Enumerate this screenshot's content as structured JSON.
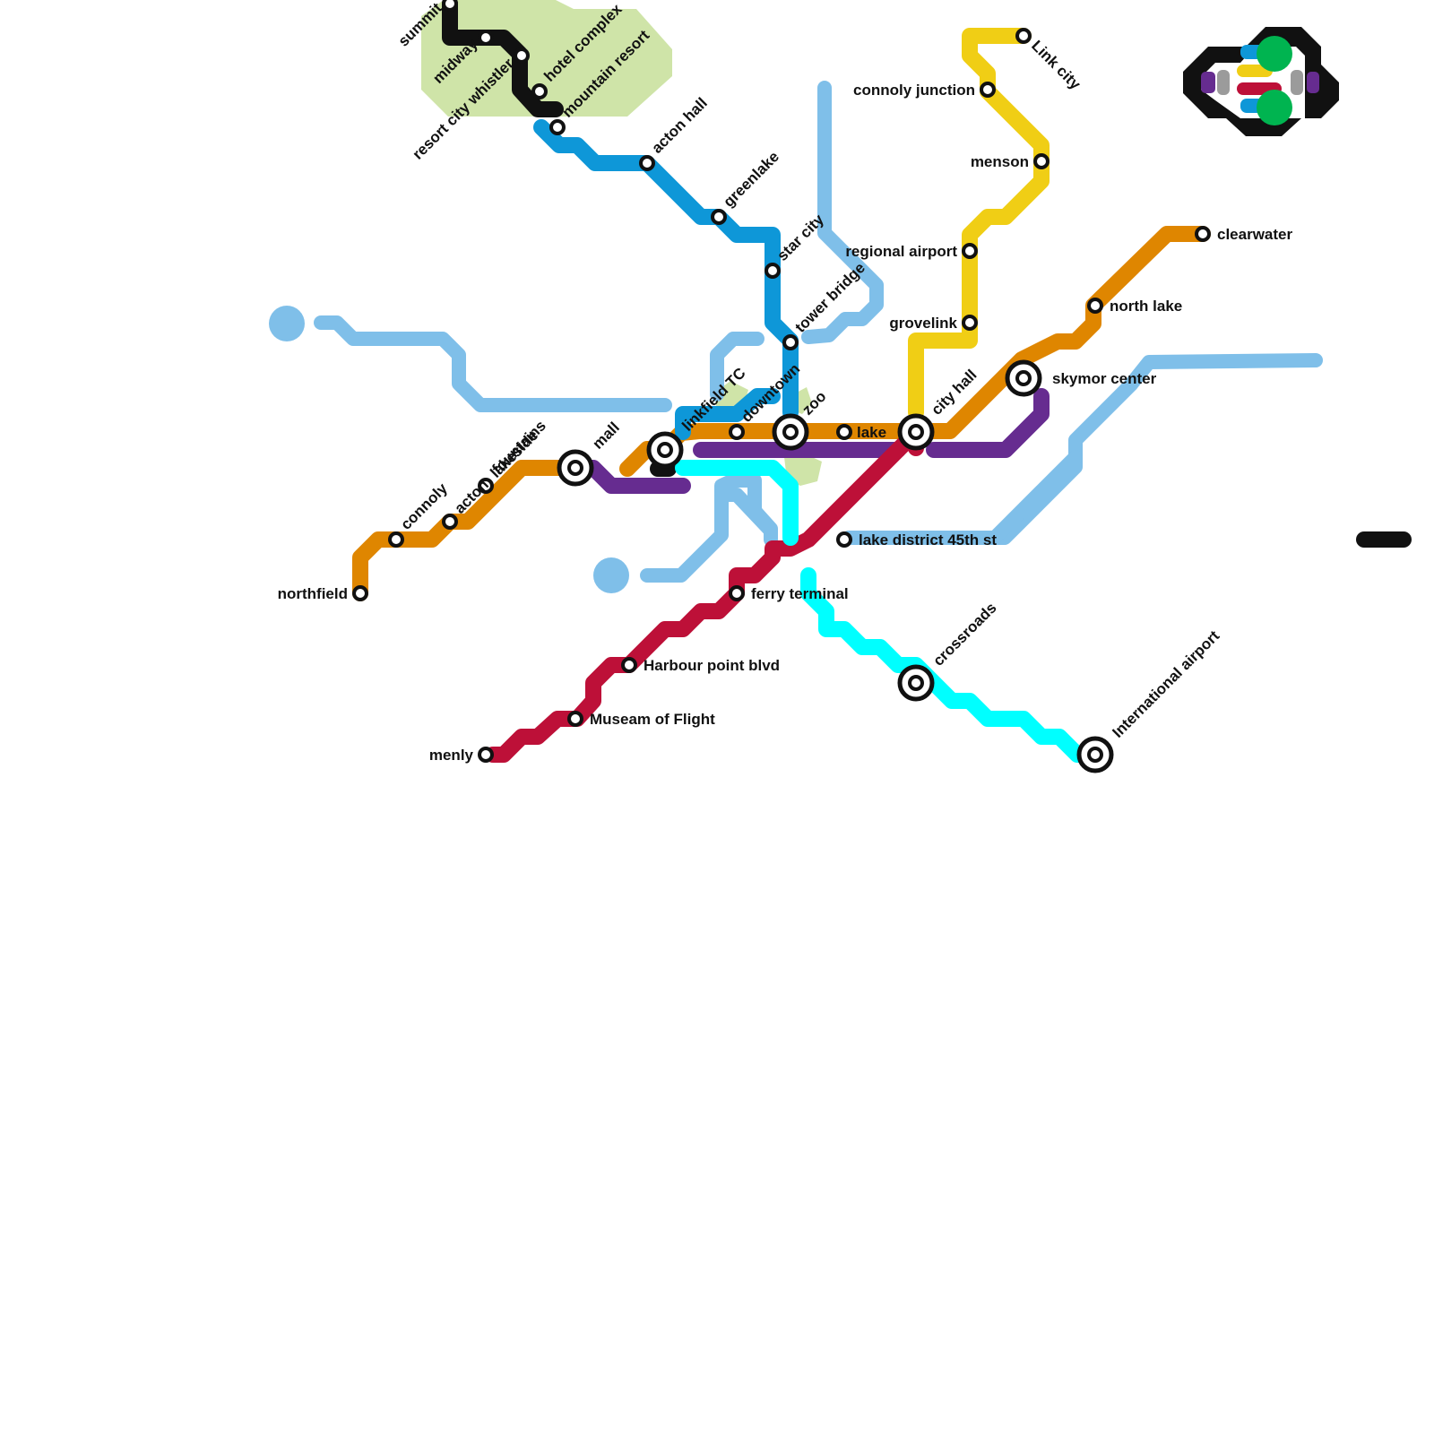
{
  "map": {
    "lines": [
      {
        "id": "black-line",
        "color": "#111111"
      },
      {
        "id": "blue-line",
        "color": "#0e97d8"
      },
      {
        "id": "lightblue-line",
        "color": "#7fbfe9"
      },
      {
        "id": "orange-line",
        "color": "#df8600"
      },
      {
        "id": "purple-line",
        "color": "#662c90"
      },
      {
        "id": "red-line",
        "color": "#bd1038"
      },
      {
        "id": "cyan-line",
        "color": "#00ffff"
      },
      {
        "id": "yellow-line",
        "color": "#f0ce15"
      }
    ],
    "park_color": "#cfe4a8",
    "stations": {
      "summit": "summit",
      "midway": "midway",
      "resort_city_whistler": "resort city whistler",
      "hotel_complex": "hotel complex",
      "mountain_resort": "mountain resort",
      "acton_hall": "acton hall",
      "greenlake": "greenlake",
      "star_city": "star city",
      "tower_bridge": "tower bridge",
      "downtown": "downtown",
      "zoo": "zoo",
      "linkfield_tc": "linkfield TC",
      "mall": "mall",
      "lakeside": "lakeside",
      "fountains": "fountains",
      "acton": "acton",
      "connoly": "connoly",
      "northfield": "northfield",
      "lake": "lake",
      "city_hall": "city hall",
      "skymor_center": "skymor center",
      "north_lake": "north lake",
      "clearwater": "clearwater",
      "connoly_junction": "connoly junction",
      "link_city": "Link city",
      "menson": "menson",
      "regional_airport": "regional airport",
      "grovelink": "grovelink",
      "lake_district_45th_st": "lake district 45th st",
      "ferry_terminal": "ferry terminal",
      "harbour_point_blvd": "Harbour point blvd",
      "museam_of_flight": "Museam of Flight",
      "menly": "menly",
      "crossroads": "crossroads",
      "international_airport": "International airport"
    }
  }
}
